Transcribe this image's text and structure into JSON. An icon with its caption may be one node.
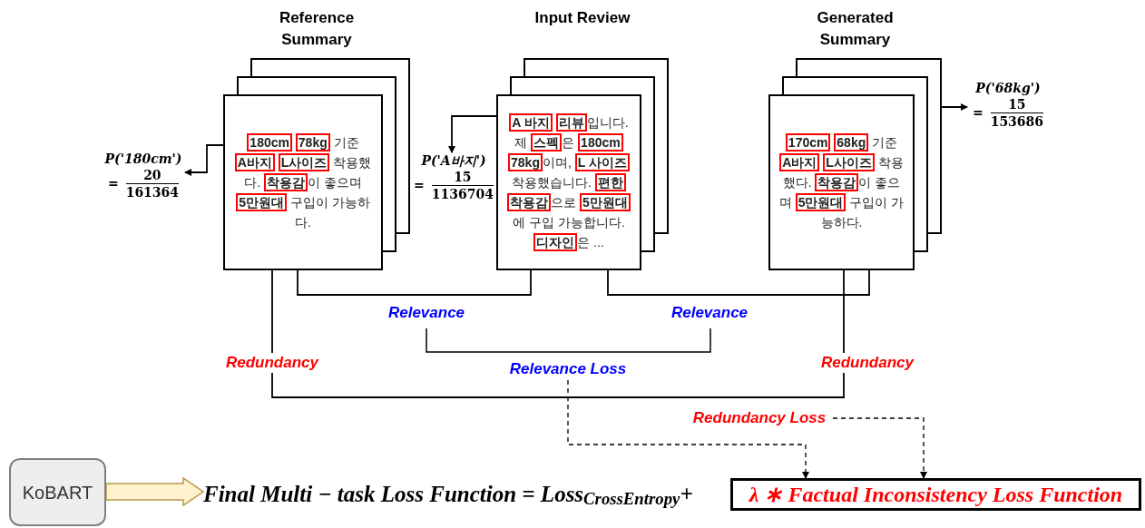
{
  "diagram": {
    "nodes": [
      {
        "text": [
          "Reference Summary",
          "**180cm** **78kg** 기준 **A바지** **L사이즈** 착용했다. **착용감**이 좋으며 **5만원대** 구입이 가능하다."
        ]
      },
      {
        "text": [
          "Input Review",
          "**A 바지** **리뷰**입니다. 제 **스펙**은 **180cm** **78kg**이며, **L 사이즈** 착용했습니다. **편한** **착용감**으로 **5만원대**에 구입 가능합니다. **디자인**은 ..."
        ]
      },
      {
        "text": [
          "Generated Summary",
          "**170cm** **68kg** 기준 **A바지** **L사이즈** 착용했다. **착용감**이 좋으며 **5만원대** 구입이 가능하다."
        ]
      },
      {
        "text": [
          "P('180cm')",
          "=",
          "20",
          "161364"
        ]
      },
      {
        "text": [
          "P('A바지')",
          "=",
          "15",
          "1136704"
        ]
      },
      {
        "text": [
          "P('68kg')",
          "=",
          "15",
          "153686"
        ]
      },
      {
        "text": [
          "Relevance Loss"
        ]
      },
      {
        "text": [
          "Redundancy Loss"
        ]
      },
      {
        "text": [
          "KoBART"
        ]
      },
      {
        "text": [
          "Final Multi − task Loss Function =  Loss$_{CrossEntropy}$+"
        ]
      },
      {
        "text": [
          "λ ∗ Factual Inconsistency Loss Function"
        ]
      }
    ],
    "edges": [
      {
        "from": 0,
        "to": 3,
        "arrow": "to"
      },
      {
        "from": 1,
        "to": 4,
        "arrow": "to"
      },
      {
        "from": 2,
        "to": 5,
        "arrow": "to"
      },
      {
        "from": 0,
        "to": 1,
        "arrow": "none",
        "label": "Relevance"
      },
      {
        "from": 1,
        "to": 2,
        "arrow": "none",
        "label": "Relevance"
      },
      {
        "from": 0,
        "to": 2,
        "arrow": "none",
        "label": "Redundancy"
      },
      {
        "from": 6,
        "to": 10,
        "arrow": "to",
        "style": "dashed"
      },
      {
        "from": 7,
        "to": 10,
        "arrow": "to",
        "style": "dashed"
      },
      {
        "from": 8,
        "to": 9,
        "arrow": "to",
        "style": "thick"
      }
    ],
    "labels": [
      "Redundancy"
    ]
  }
}
